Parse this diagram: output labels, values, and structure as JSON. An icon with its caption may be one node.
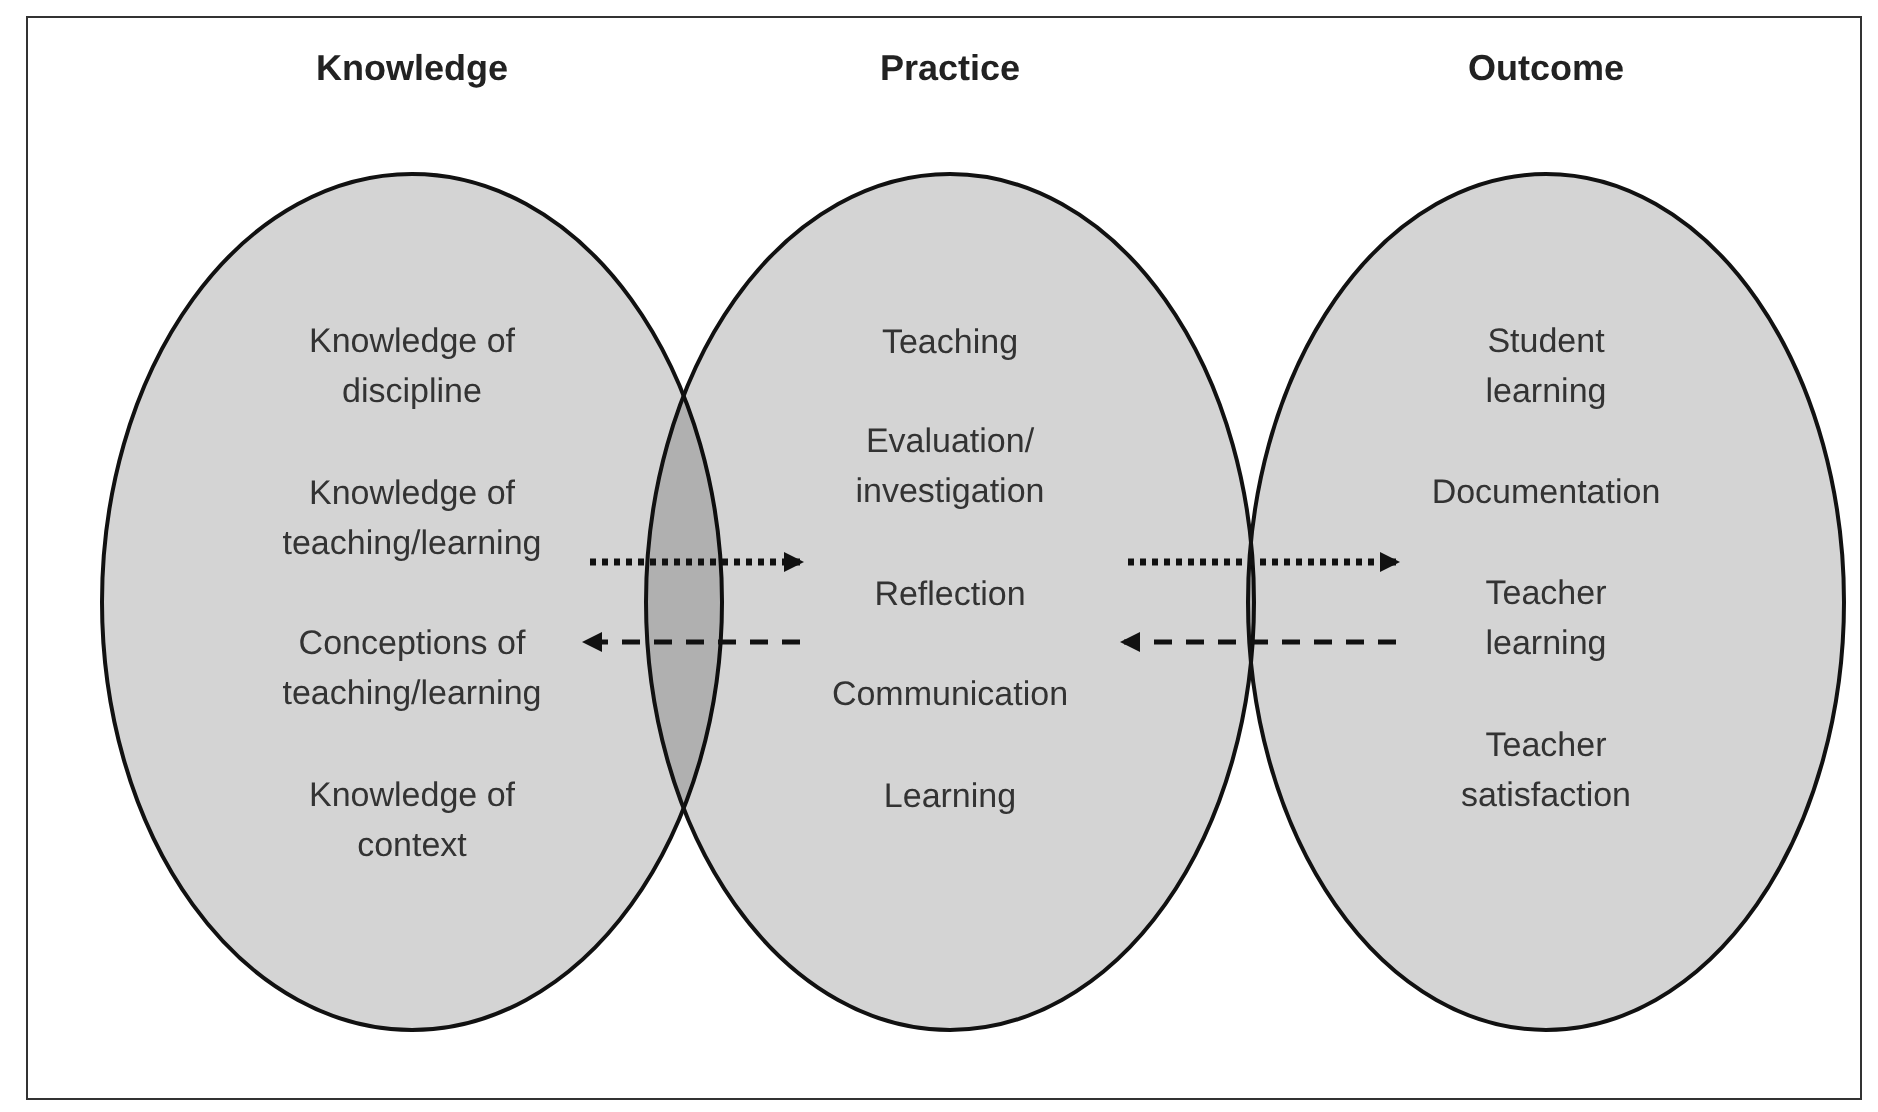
{
  "diagram": {
    "nodes": [
      {
        "text": [
          "Knowledge",
          "Knowledge of discipline",
          "Knowledge of teaching/learning",
          "Conceptions of teaching/learning",
          "Knowledge of context"
        ]
      },
      {
        "text": [
          "Practice",
          "Teaching",
          "Evaluation/ investigation",
          "Reflection",
          "Communication",
          "Learning"
        ]
      },
      {
        "text": [
          "Outcome",
          "Student learning",
          "Documentation",
          "Teacher learning",
          "Teacher satisfaction"
        ]
      }
    ],
    "edges": [
      {
        "from": 0,
        "to": 1,
        "arrow": "to",
        "style": "dashed"
      },
      {
        "from": 1,
        "to": 0,
        "arrow": "to",
        "style": "dashed"
      },
      {
        "from": 1,
        "to": 2,
        "arrow": "to",
        "style": "dashed"
      },
      {
        "from": 2,
        "to": 1,
        "arrow": "to",
        "style": "dashed"
      }
    ]
  }
}
